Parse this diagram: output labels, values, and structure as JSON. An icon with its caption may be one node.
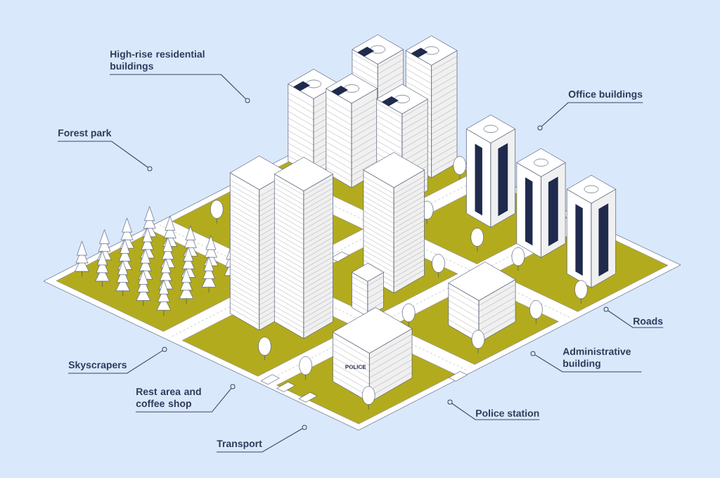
{
  "diagram": {
    "nodes": [
      {
        "text": [
          "High-rise residential buildings"
        ]
      },
      {
        "text": [
          "Office buildings"
        ]
      },
      {
        "text": [
          "Forest park"
        ]
      },
      {
        "text": [
          "Roads"
        ]
      },
      {
        "text": [
          "Administrative building"
        ]
      },
      {
        "text": [
          "Skyscrapers"
        ]
      },
      {
        "text": [
          "Rest area and coffee shop"
        ]
      },
      {
        "text": [
          "Police station"
        ]
      },
      {
        "text": [
          "Transport"
        ]
      },
      {
        "text": [],
        "shape": "circle"
      },
      {
        "text": [],
        "shape": "circle"
      },
      {
        "text": [],
        "shape": "circle"
      },
      {
        "text": [],
        "shape": "circle"
      },
      {
        "text": [],
        "shape": "circle"
      },
      {
        "text": [],
        "shape": "circle"
      },
      {
        "text": [],
        "shape": "circle"
      },
      {
        "text": [],
        "shape": "circle"
      },
      {
        "text": [],
        "shape": "circle"
      }
    ],
    "edges": [
      {
        "from": 0,
        "to": 9,
        "arrow": "none"
      },
      {
        "from": 1,
        "to": 10,
        "arrow": "none"
      },
      {
        "from": 2,
        "to": 11,
        "arrow": "none"
      },
      {
        "from": 3,
        "to": 12,
        "arrow": "none"
      },
      {
        "from": 4,
        "to": 13,
        "arrow": "none"
      },
      {
        "from": 5,
        "to": 14,
        "arrow": "none"
      },
      {
        "from": 6,
        "to": 15,
        "arrow": "none"
      },
      {
        "from": 7,
        "to": 16,
        "arrow": "none"
      },
      {
        "from": 8,
        "to": 17,
        "arrow": "none"
      }
    ],
    "labels": [
      "POLICE"
    ]
  }
}
